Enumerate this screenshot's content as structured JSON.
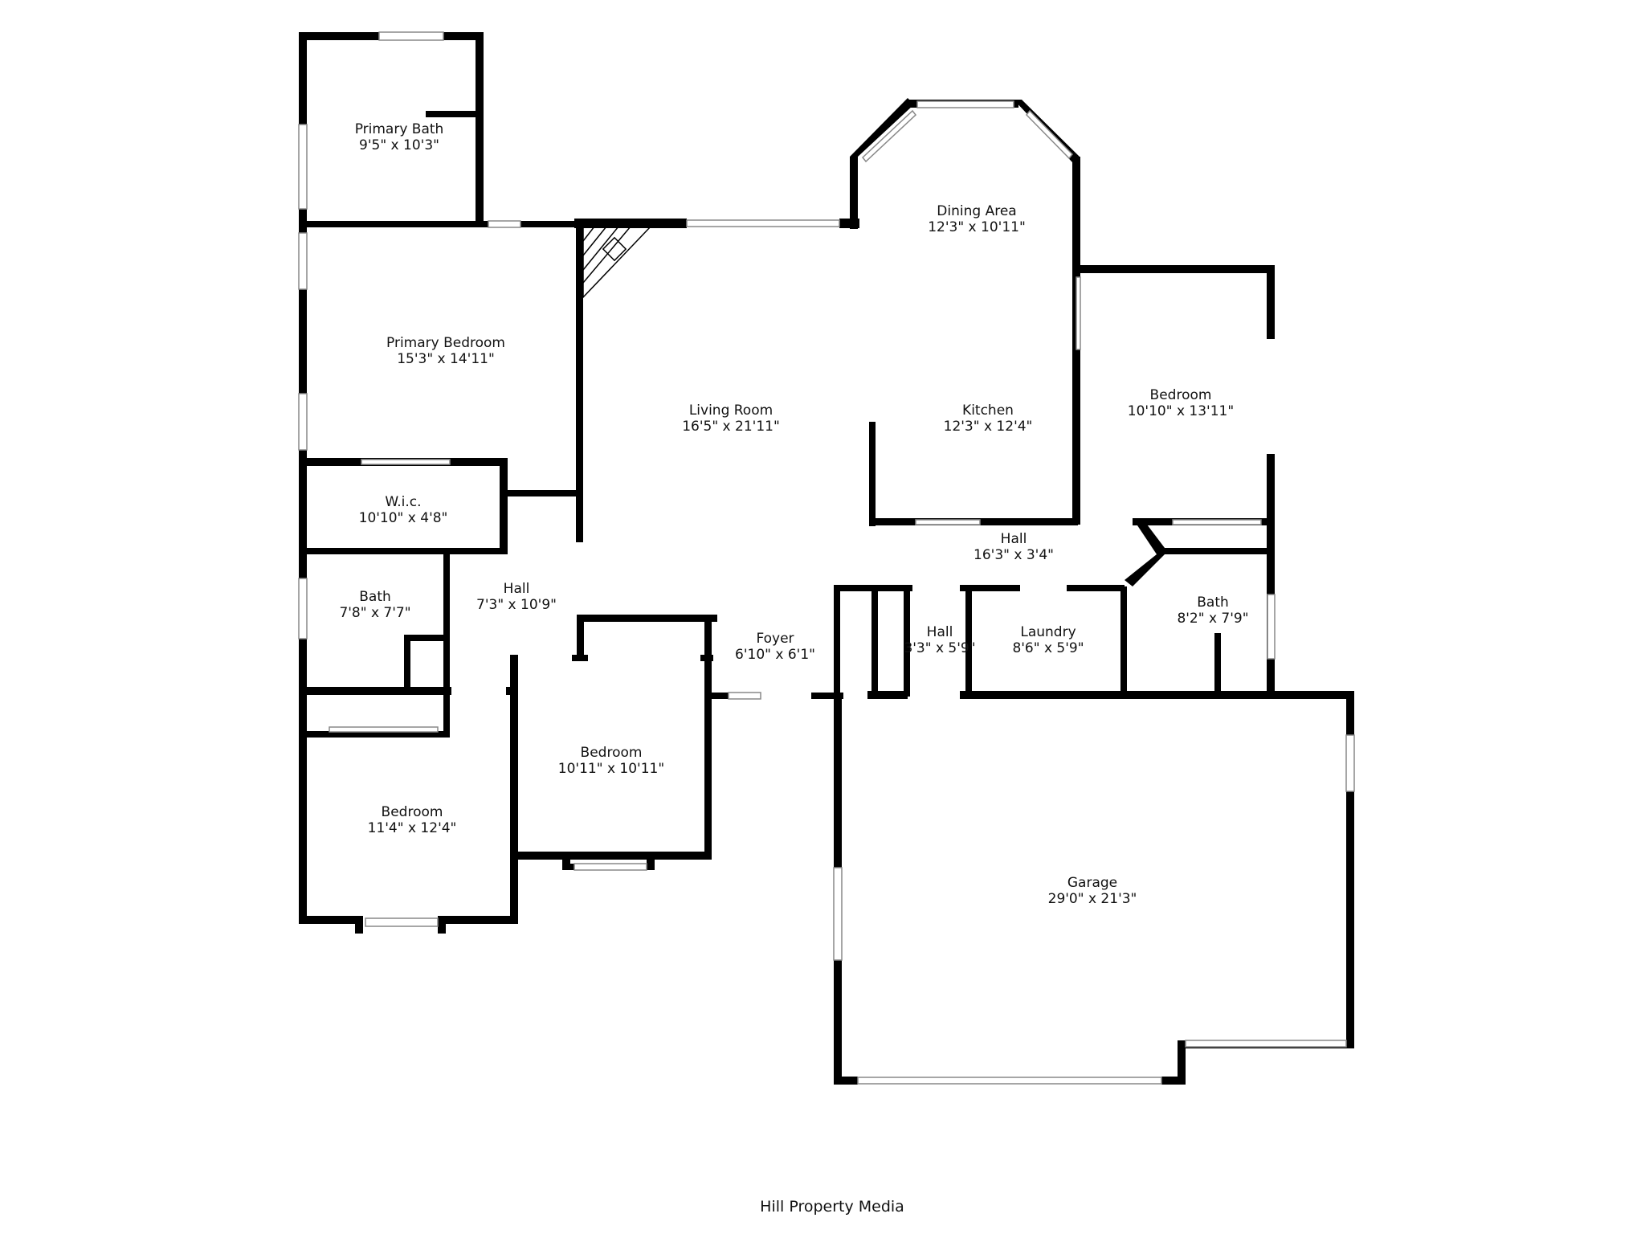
{
  "rooms": {
    "primary_bath": {
      "name": "Primary Bath",
      "dims": "9'5\" x 10'3\""
    },
    "primary_bedroom": {
      "name": "Primary Bedroom",
      "dims": "15'3\" x 14'11\""
    },
    "wic": {
      "name": "W.i.c.",
      "dims": "10'10\" x 4'8\""
    },
    "bath_left": {
      "name": "Bath",
      "dims": "7'8\" x 7'7\""
    },
    "hall_left": {
      "name": "Hall",
      "dims": "7'3\" x 10'9\""
    },
    "bedroom_sw": {
      "name": "Bedroom",
      "dims": "11'4\" x 12'4\""
    },
    "bedroom_mid": {
      "name": "Bedroom",
      "dims": "10'11\" x 10'11\""
    },
    "living_room": {
      "name": "Living Room",
      "dims": "16'5\" x 21'11\""
    },
    "dining_area": {
      "name": "Dining Area",
      "dims": "12'3\" x 10'11\""
    },
    "kitchen": {
      "name": "Kitchen",
      "dims": "12'3\" x 12'4\""
    },
    "bedroom_east": {
      "name": "Bedroom",
      "dims": "10'10\" x 13'11\""
    },
    "hall_center": {
      "name": "Hall",
      "dims": "16'3\" x 3'4\""
    },
    "foyer": {
      "name": "Foyer",
      "dims": "6'10\" x 6'1\""
    },
    "hall_small": {
      "name": "Hall",
      "dims": "3'3\" x 5'9\""
    },
    "laundry": {
      "name": "Laundry",
      "dims": "8'6\" x 5'9\""
    },
    "bath_right": {
      "name": "Bath",
      "dims": "8'2\" x 7'9\""
    },
    "garage": {
      "name": "Garage",
      "dims": "29'0\" x 21'3\""
    }
  },
  "footer": {
    "credit": "Hill Property Media"
  },
  "colors": {
    "wall": "#000000",
    "background": "#ffffff",
    "window": "#888888"
  }
}
